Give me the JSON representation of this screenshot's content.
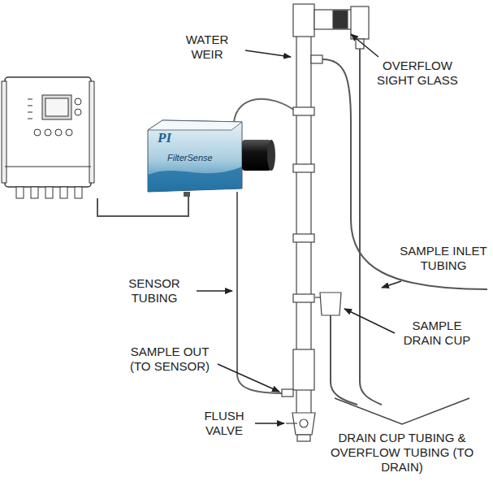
{
  "diagram": {
    "nodes": [
      {
        "text": [
          "PI",
          "FilterSense"
        ]
      }
    ],
    "labels": [
      "WATER WEIR",
      "OVERFLOW SIGHT GLASS",
      "SENSOR TUBING",
      "SAMPLE INLET TUBING",
      "SAMPLE DRAIN CUP",
      "SAMPLE OUT (TO SENSOR)",
      "FLUSH VALVE",
      "DRAIN CUP TUBING & OVERFLOW TUBING (TO DRAIN)"
    ]
  }
}
